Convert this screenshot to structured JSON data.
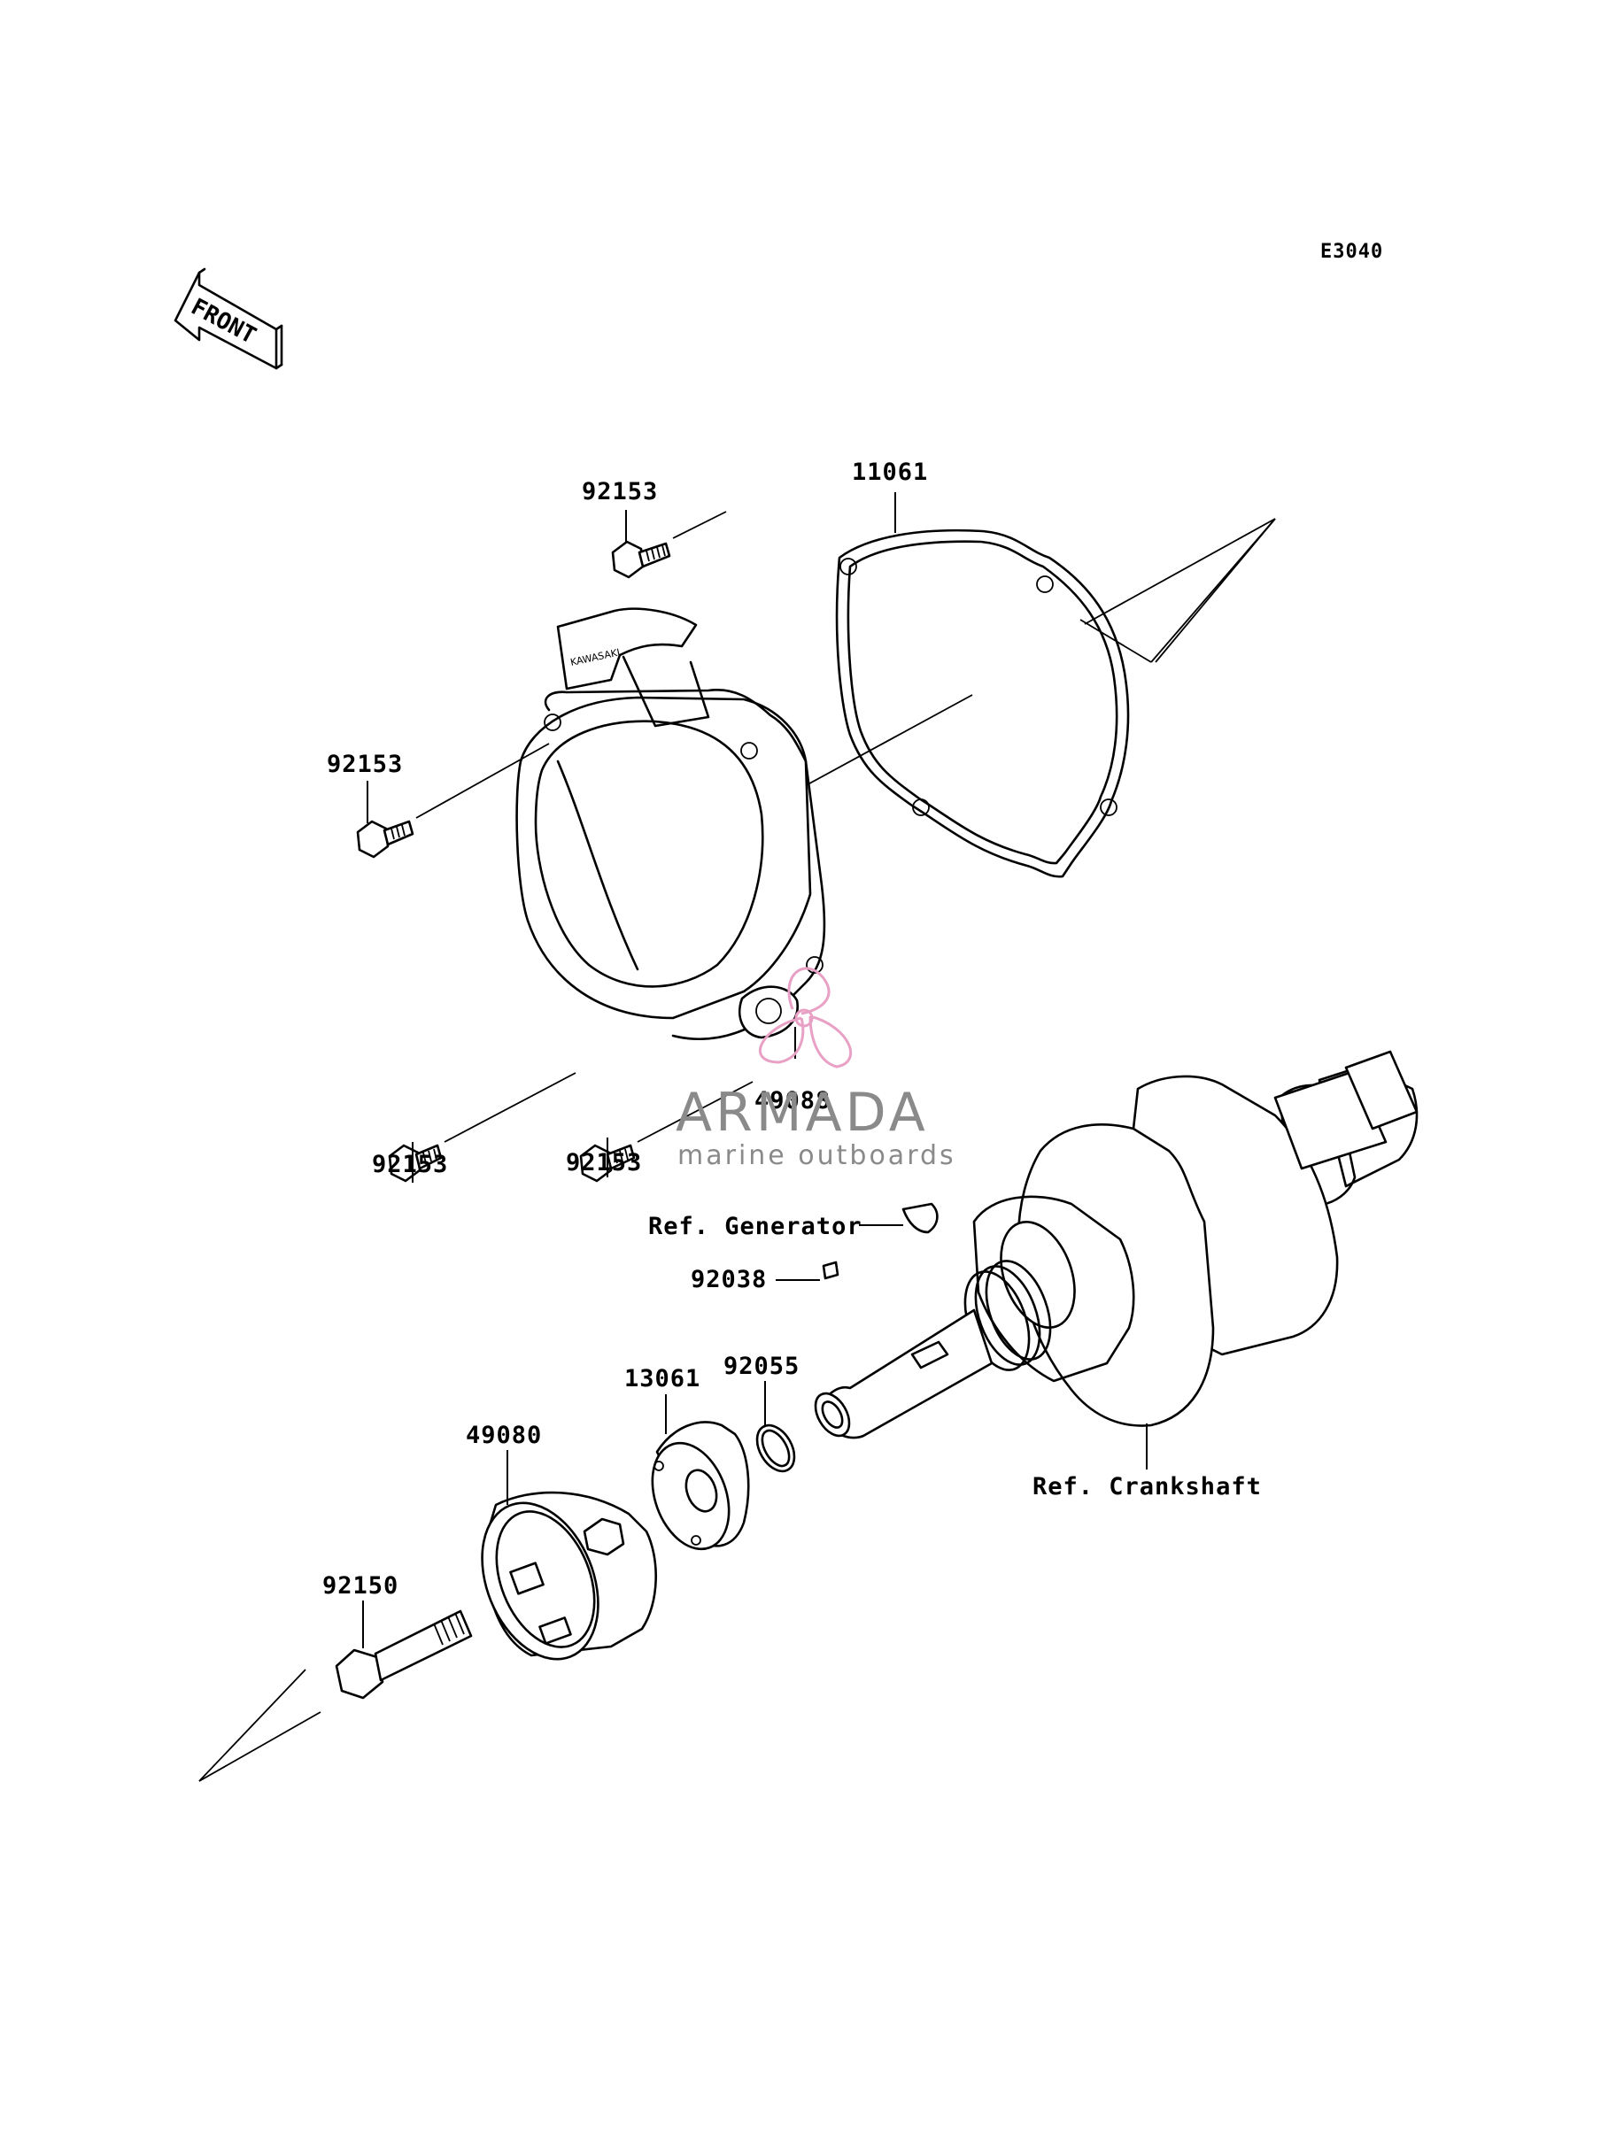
{
  "diagram_code": "E3040",
  "front_arrow_text": "FRONT",
  "cover_logo_text": "KAWASAKI",
  "parts": {
    "bolt_top": "92153",
    "gasket": "11061",
    "bolt_left": "92153",
    "bolt_lower_left": "92153",
    "bolt_lower_mid": "92153",
    "grommet": "49088",
    "ref_generator": "Ref. Generator",
    "key": "92038",
    "oring": "92055",
    "hub": "13061",
    "pulley": "49080",
    "bolt_pulley": "92150",
    "ref_crankshaft": "Ref. Crankshaft"
  },
  "watermark": {
    "name": "ARMADA",
    "tagline": "marine outboards",
    "name_color": "#8a8a8a",
    "logo_color": "#e8a0c4"
  }
}
